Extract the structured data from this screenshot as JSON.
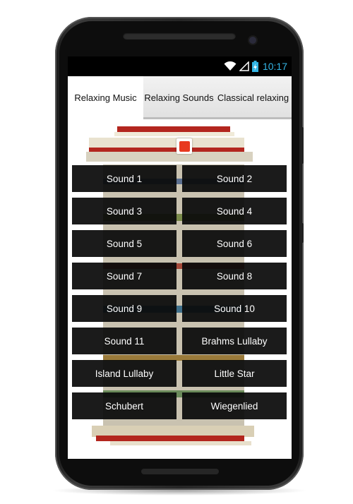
{
  "status_bar": {
    "time": "10:17",
    "wifi_icon": "wifi-icon",
    "signal_icon": "signal-icon",
    "battery_icon": "battery-charging-icon",
    "accent_color": "#33b5e5"
  },
  "tabs": [
    {
      "label": "Relaxing Music",
      "active": true
    },
    {
      "label": "Relaxing Sounds",
      "active": false
    },
    {
      "label": "Classical relaxing",
      "active": false
    }
  ],
  "stop_button": {
    "icon": "stop-icon",
    "color": "#e8391f"
  },
  "sounds": [
    "Sound 1",
    "Sound 2",
    "Sound 3",
    "Sound 4",
    "Sound 5",
    "Sound 6",
    "Sound 7",
    "Sound 8",
    "Sound 9",
    "Sound 10",
    "Sound 11",
    "Brahms Lullaby",
    "Island Lullaby",
    "Little Star",
    "Schubert",
    "Wiegenlied"
  ]
}
